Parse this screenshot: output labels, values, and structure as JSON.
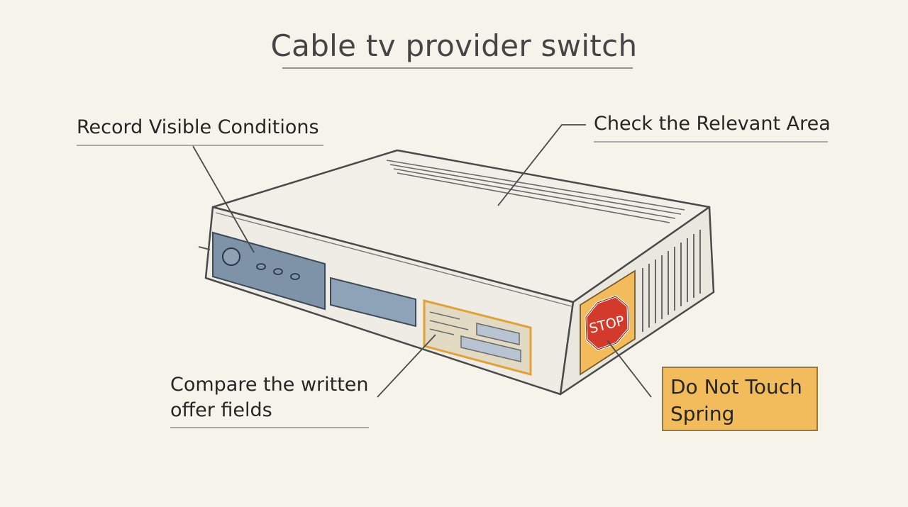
{
  "title": "Cable tv provider switch",
  "labels": {
    "record": "Record Visible Conditions",
    "check": "Check the Relevant Area",
    "compare_line1": "Compare the written",
    "compare_line2": "offer fields",
    "warning_line1": "Do Not Touch",
    "warning_line2": "Spring"
  },
  "stop_sign": {
    "text": "STOP"
  },
  "colors": {
    "background": "#f5f3ea",
    "panel_blue": "#7f93a8",
    "highlight_orange": "#f2bc5c",
    "stop_red": "#d33a2c"
  }
}
